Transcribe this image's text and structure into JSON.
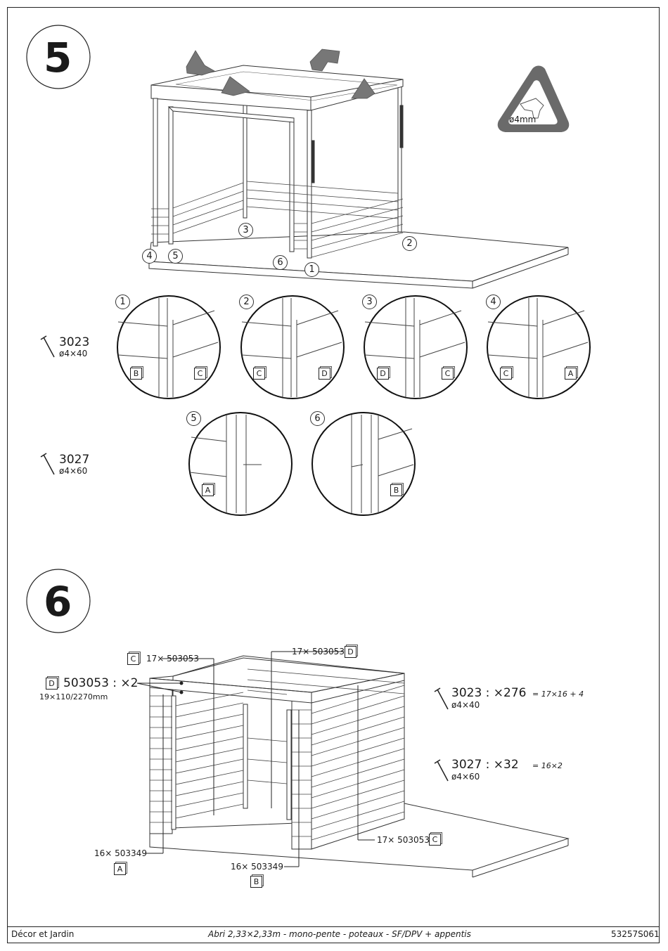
{
  "step5": {
    "number": "5",
    "drill_label": "ø4mm",
    "positions": [
      "1",
      "2",
      "3",
      "4",
      "5",
      "6"
    ],
    "screw_top": {
      "code": "3023",
      "size": "ø4×40"
    },
    "screw_bottom": {
      "code": "3027",
      "size": "ø4×60"
    },
    "details": [
      {
        "num": "1",
        "left_letter": "B",
        "right_letter": "C"
      },
      {
        "num": "2",
        "left_letter": "C",
        "right_letter": "D"
      },
      {
        "num": "3",
        "left_letter": "D",
        "right_letter": "C"
      },
      {
        "num": "4",
        "left_letter": "C",
        "right_letter": "A"
      },
      {
        "num": "5",
        "letter": "A"
      },
      {
        "num": "6",
        "letter": "B"
      }
    ]
  },
  "step6": {
    "number": "6",
    "callouts": {
      "c_top_left": {
        "letter": "C",
        "text": "17× 503053"
      },
      "d_top_right": {
        "text": "17× 503053",
        "letter": "D"
      },
      "d_beam": {
        "letter": "D",
        "text": "503053 : ×2",
        "dims": "19×110/2270mm"
      },
      "a_post": {
        "text": "16× 503349",
        "letter": "A"
      },
      "b_post": {
        "text": "16× 503349",
        "letter": "B"
      },
      "c_right": {
        "text": "17× 503053",
        "letter": "C"
      }
    },
    "screw_a": {
      "code": "3023 : ×276",
      "formula": "= 17×16 + 4",
      "size": "ø4×40"
    },
    "screw_b": {
      "code": "3027 : ×32",
      "formula": "= 16×2",
      "size": "ø4×60"
    }
  },
  "footer": {
    "left": "Décor et Jardin",
    "center": "Abri 2,33×2,33m - mono-pente - poteaux - SF/DPV + appentis",
    "right": "53257S061"
  }
}
